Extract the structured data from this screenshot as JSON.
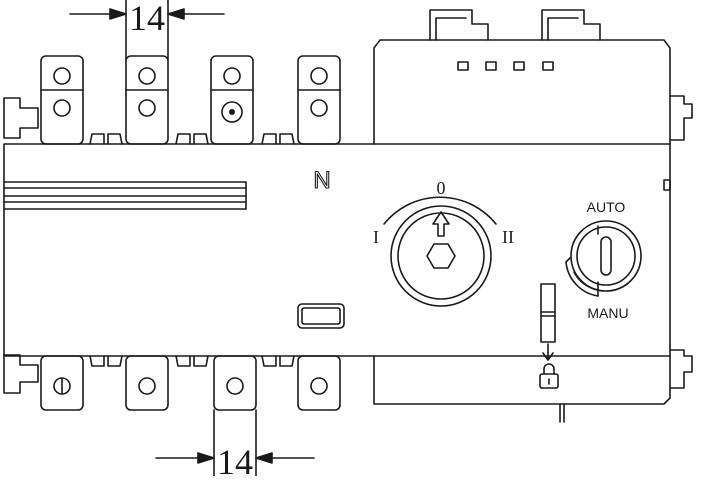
{
  "drawing": {
    "dimension_top": "14",
    "dimension_bottom": "14",
    "neutral_label": "N",
    "rotary_switch": {
      "position_left": "I",
      "position_center": "0",
      "position_right": "II"
    },
    "mode_selector": {
      "label_top": "AUTO",
      "label_bottom": "MANU"
    },
    "icons": [
      "padlock-icon",
      "down-arrow-icon",
      "up-arrow-icon",
      "hexagon-shaft-icon"
    ],
    "line_color": "#1a1a1a",
    "background_color": "#ffffff"
  }
}
